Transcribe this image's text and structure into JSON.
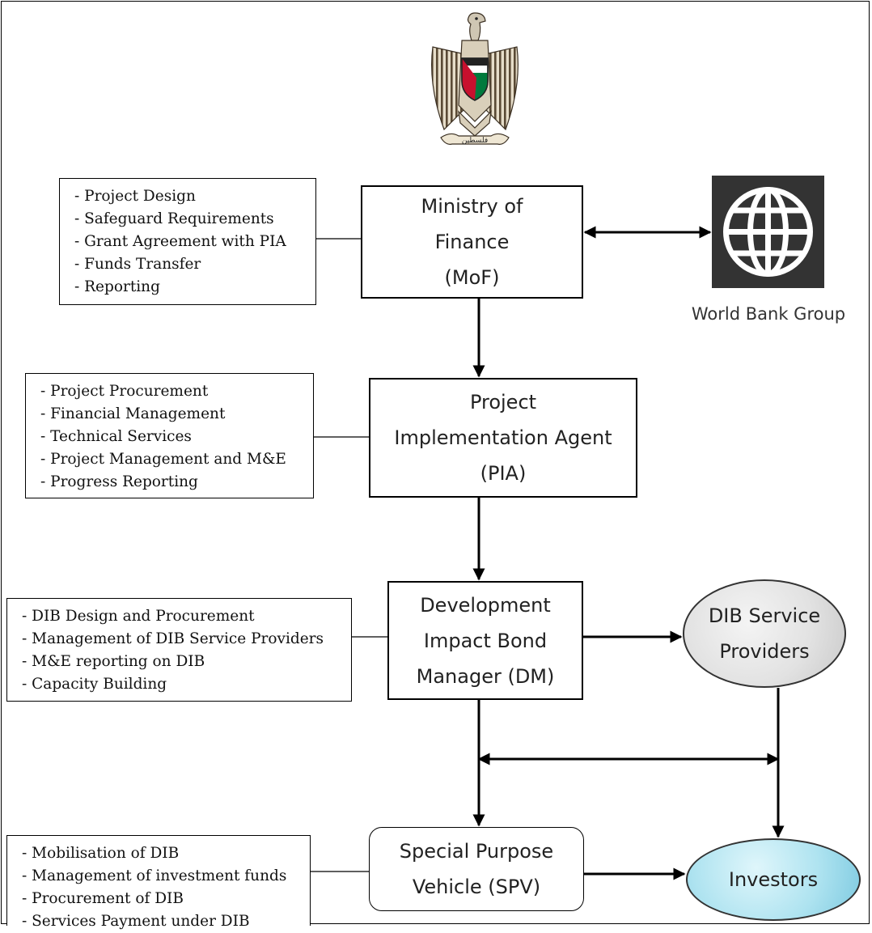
{
  "nodes": {
    "mof": {
      "lines": [
        "Ministry of",
        "Finance",
        "(MoF)"
      ]
    },
    "pia": {
      "lines": [
        "Project",
        "Implementation Agent",
        "(PIA)"
      ]
    },
    "dm": {
      "lines": [
        "Development",
        "Impact Bond",
        "Manager (DM)"
      ]
    },
    "spv": {
      "lines": [
        "Special Purpose",
        "Vehicle (SPV)"
      ]
    },
    "service_providers": {
      "lines": [
        "DIB Service",
        "Providers"
      ]
    },
    "investors": {
      "lines": [
        "Investors"
      ]
    },
    "world_bank": {
      "caption": "World Bank Group"
    }
  },
  "notes": {
    "mof": [
      "- Project Design",
      "- Safeguard Requirements",
      "- Grant Agreement with PIA",
      "- Funds Transfer",
      "- Reporting"
    ],
    "pia": [
      "- Project Procurement",
      "- Financial Management",
      "- Technical Services",
      "- Project Management and M&E",
      "- Progress Reporting"
    ],
    "dm": [
      "- DIB Design and Procurement",
      "- Management of DIB Service Providers",
      "- M&E reporting on DIB",
      "- Capacity Building"
    ],
    "spv": [
      "- Mobilisation of DIB",
      "- Management of investment funds",
      "- Procurement of DIB",
      "- Services Payment under DIB"
    ]
  },
  "emblem": {
    "inscription": "فلسطين"
  },
  "colors": {
    "world_bank_bg": "#333333",
    "palestine_red": "#c8102e",
    "palestine_green": "#007a3d",
    "service_providers_fill": "#e6e6e6",
    "investors_fill": "#aee3f0"
  }
}
